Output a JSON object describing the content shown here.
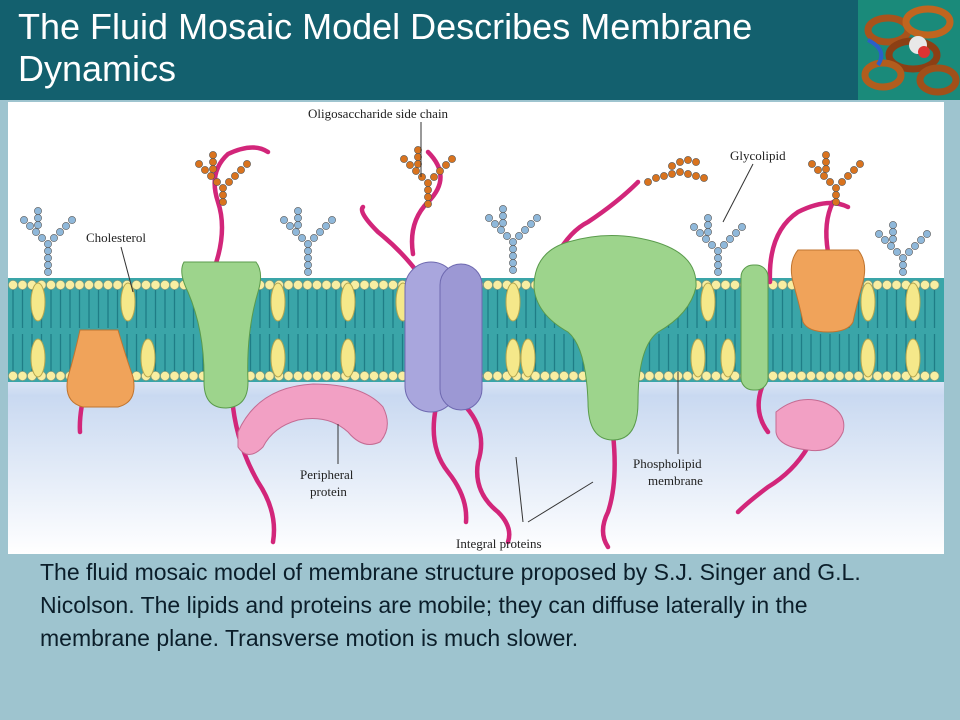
{
  "title": "The Fluid Mosaic Model Describes Membrane Dynamics",
  "diagram": {
    "labels": {
      "oligosaccharide": "Oligosaccharide side chain",
      "glycolipid": "Glycolipid",
      "cholesterol": "Cholesterol",
      "peripheral_line1": "Peripheral",
      "peripheral_line2": "protein",
      "phospholipid_line1": "Phospholipid",
      "phospholipid_line2": "membrane",
      "integral": "Integral proteins"
    },
    "colors": {
      "bilayer_band": "#3aa5a8",
      "lipid_head": "#f8eea2",
      "cholesterol": "#f5e88a",
      "green_protein": "#9dd48c",
      "purple_protein": "#a9a6dd",
      "orange_protein": "#f0a35a",
      "pink_protein": "#f2a0c4",
      "chain": "#d2267a",
      "orange_sugar": "#d9731e",
      "blue_sugar": "#8fb8da"
    }
  },
  "caption": "The fluid mosaic model of membrane structure proposed by S.J. Singer and G.L. Nicolson.  The lipids and proteins are mobile;  they can diffuse laterally in the membrane plane.  Transverse motion is much slower."
}
